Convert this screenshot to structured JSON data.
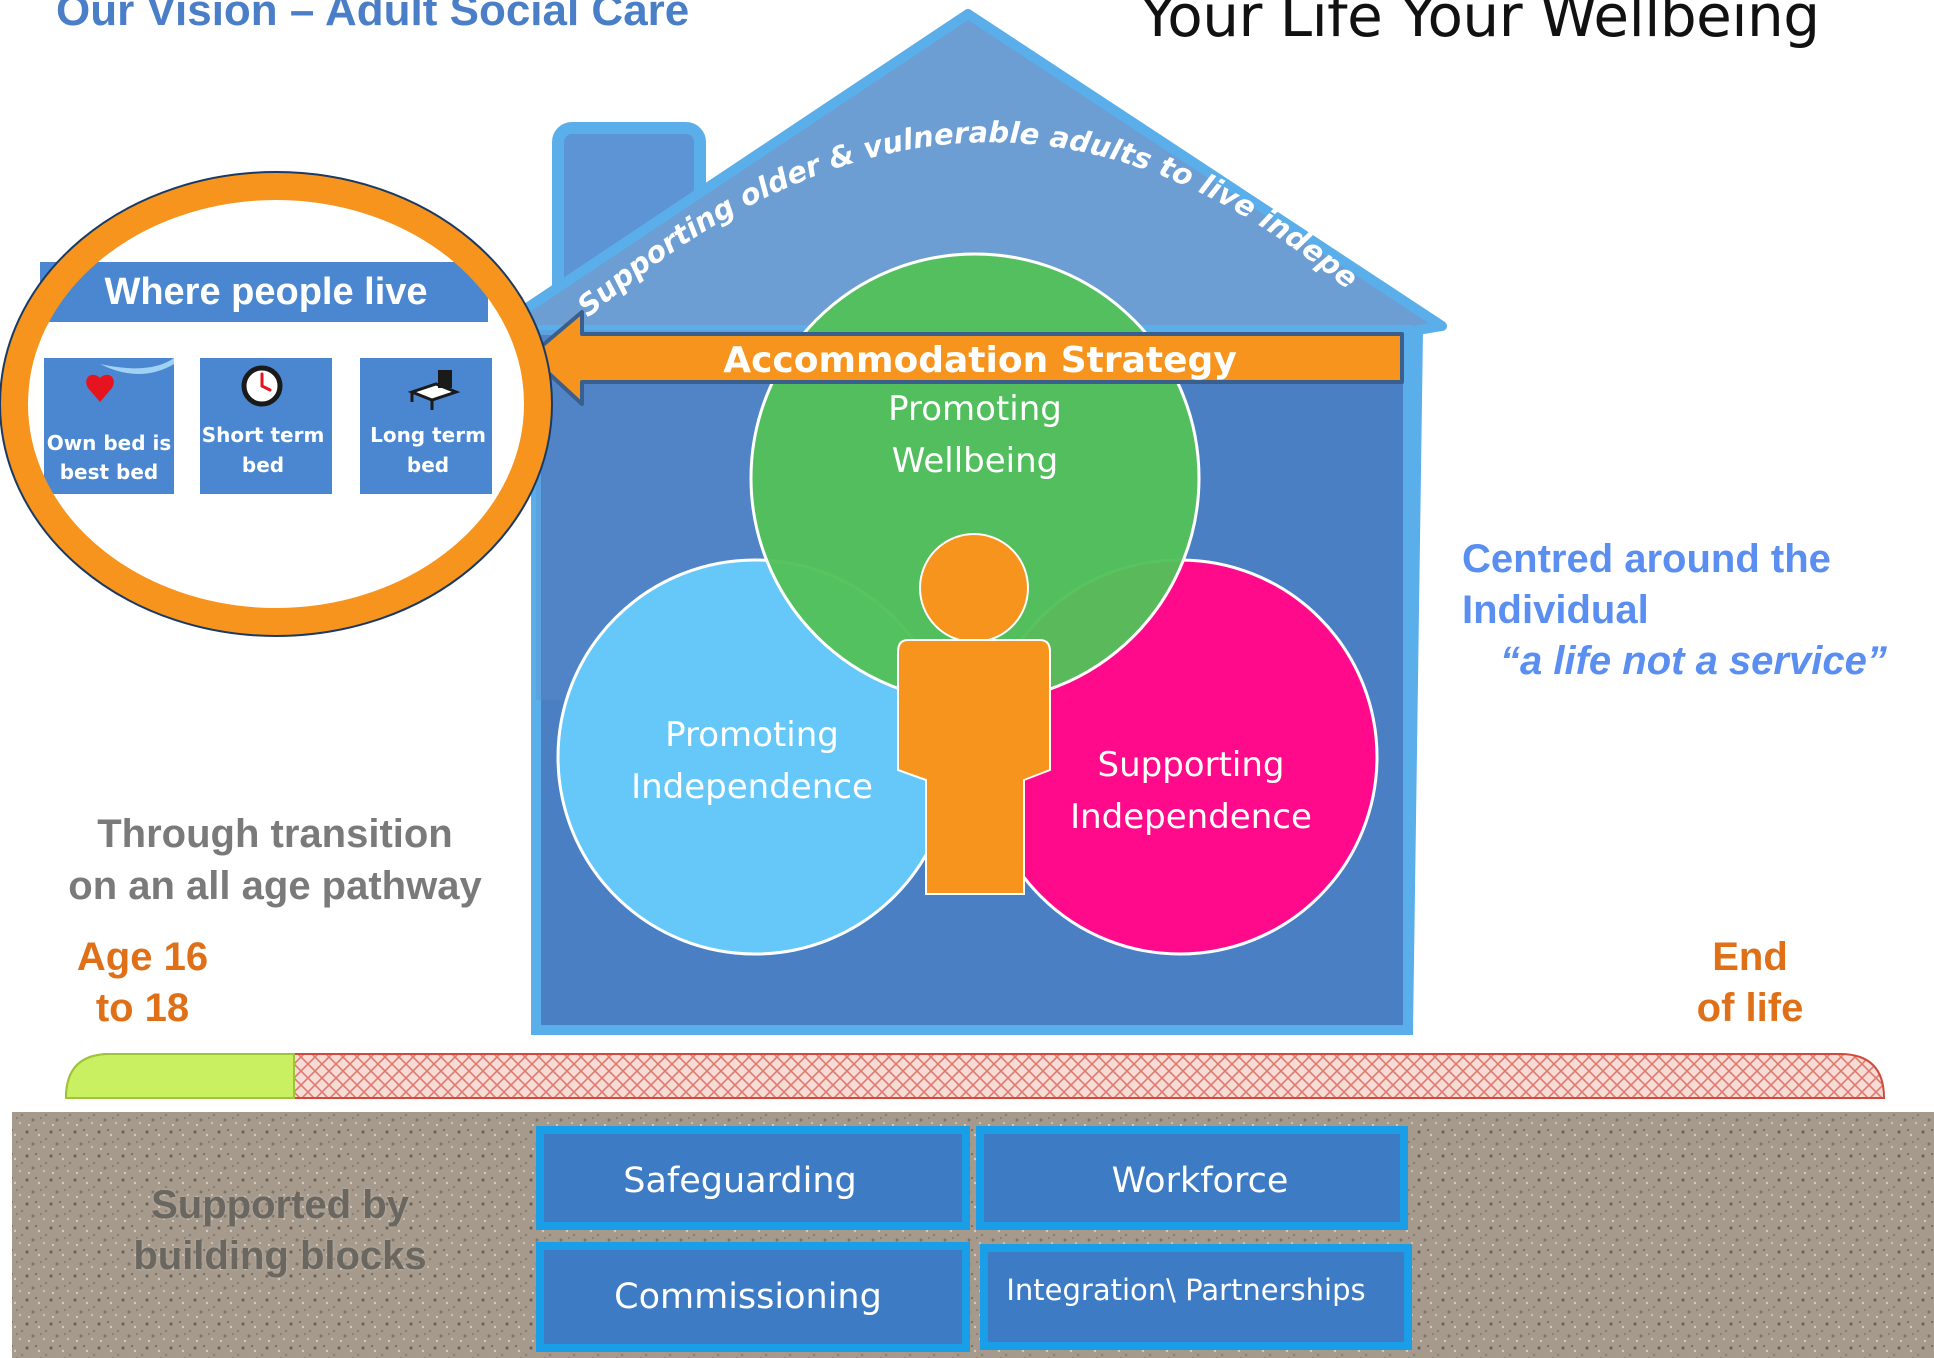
{
  "titles": {
    "left": "Our Vision – Adult Social Care",
    "right": "Your Life Your Wellbeing"
  },
  "house": {
    "roof_text": "Supporting older & vulnerable adults to live independently",
    "arrow_label": "Accommodation Strategy"
  },
  "circles": {
    "top": [
      "Promoting",
      "Wellbeing"
    ],
    "left": [
      "Promoting",
      "Independence"
    ],
    "right": [
      "Supporting",
      "Independence"
    ]
  },
  "callout": {
    "header": "Where people live",
    "tiles": [
      {
        "lines": [
          "Own bed is",
          "best bed"
        ],
        "icon": "heart-icon"
      },
      {
        "lines": [
          "Short term",
          "bed"
        ],
        "icon": "clock-icon"
      },
      {
        "lines": [
          "Long term",
          "bed"
        ],
        "icon": "bed-icon"
      }
    ]
  },
  "side": {
    "centred_line1": "Centred around the",
    "centred_line2": "Individual",
    "centred_quote": "“a life not a service”",
    "transition_line1": "Through transition",
    "transition_line2": "on an all age pathway",
    "age_line1": "Age 16",
    "age_line2": "to 18",
    "end_line1": "End",
    "end_line2": "of life",
    "supported_line1": "Supported by",
    "supported_line2": "building blocks"
  },
  "blocks": [
    "Safeguarding",
    "Workforce",
    "Commissioning",
    "Integration\\ Partnerships"
  ],
  "colors": {
    "house_blue": "#4a7fc4",
    "roof_blue": "#6c9ed4",
    "orange": "#f7941d",
    "green": "#52c15a",
    "light_blue": "#66c8f8",
    "magenta": "#ff0a8a",
    "block_blue": "#3d7bc4",
    "block_border": "#1a9ee8",
    "pathway_green": "#c8f060",
    "pathway_red": "#e07070"
  }
}
